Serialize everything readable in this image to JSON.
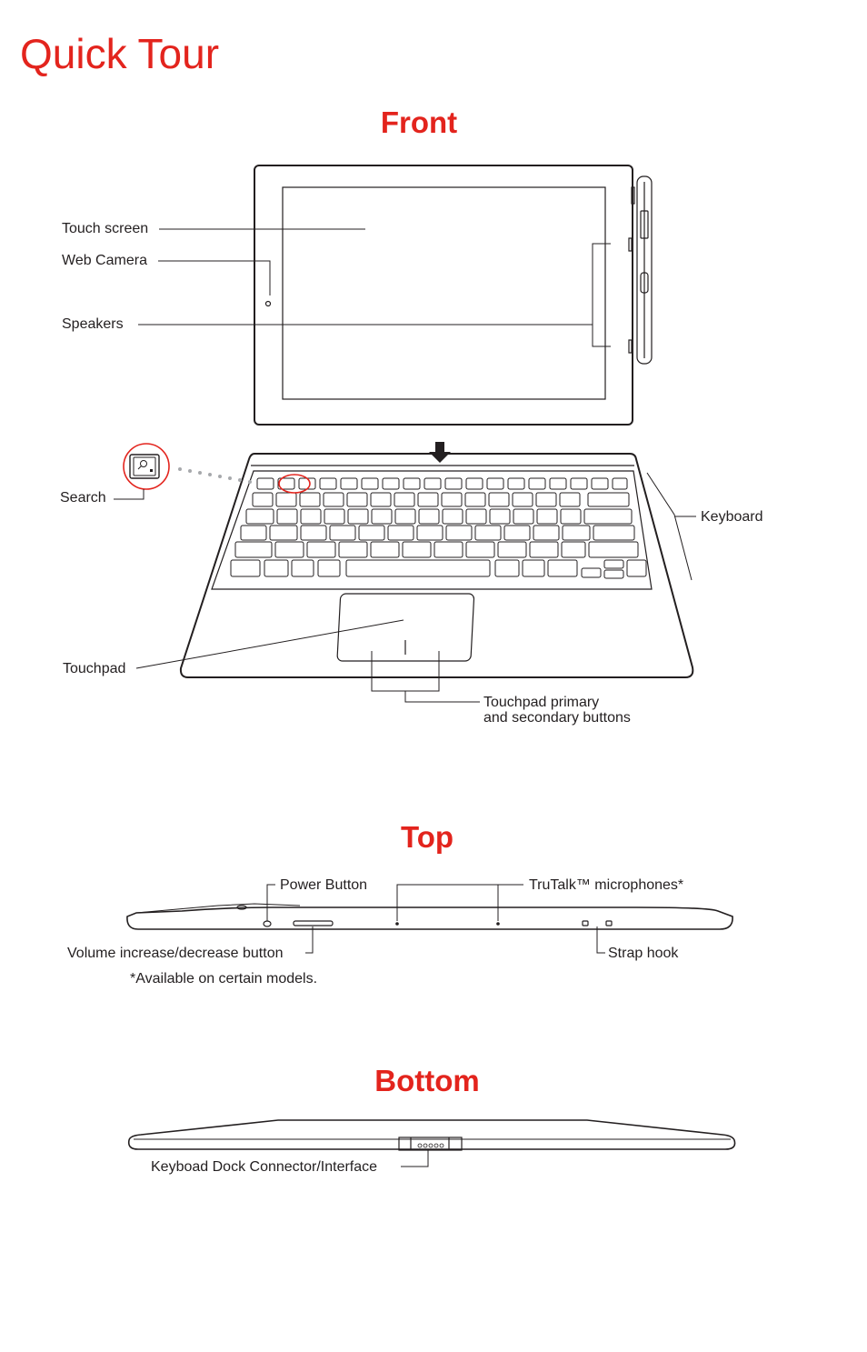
{
  "page": {
    "title": "Quick Tour"
  },
  "sections": {
    "front": {
      "heading": "Front",
      "labels": {
        "touch_screen": "Touch screen",
        "web_camera": "Web Camera",
        "speakers": "Speakers",
        "search": "Search",
        "keyboard": "Keyboard",
        "touchpad": "Touchpad",
        "touchpad_buttons_line1": "Touchpad primary",
        "touchpad_buttons_line2": "and secondary buttons"
      }
    },
    "top": {
      "heading": "Top",
      "labels": {
        "power_button": "Power Button",
        "microphones": "TruTalk™ microphones*",
        "volume": "Volume increase/decrease button",
        "strap_hook": "Strap hook"
      },
      "footnote": "*Available on certain models."
    },
    "bottom": {
      "heading": "Bottom",
      "labels": {
        "dock_connector": "Keyboad Dock Connector/Interface"
      }
    }
  },
  "colors": {
    "accent": "#e3241d",
    "line": "#231f20",
    "callout_dots": "#a7a9ac"
  },
  "icons": [
    "search-icon",
    "down-arrow-icon",
    "webcam-icon"
  ]
}
